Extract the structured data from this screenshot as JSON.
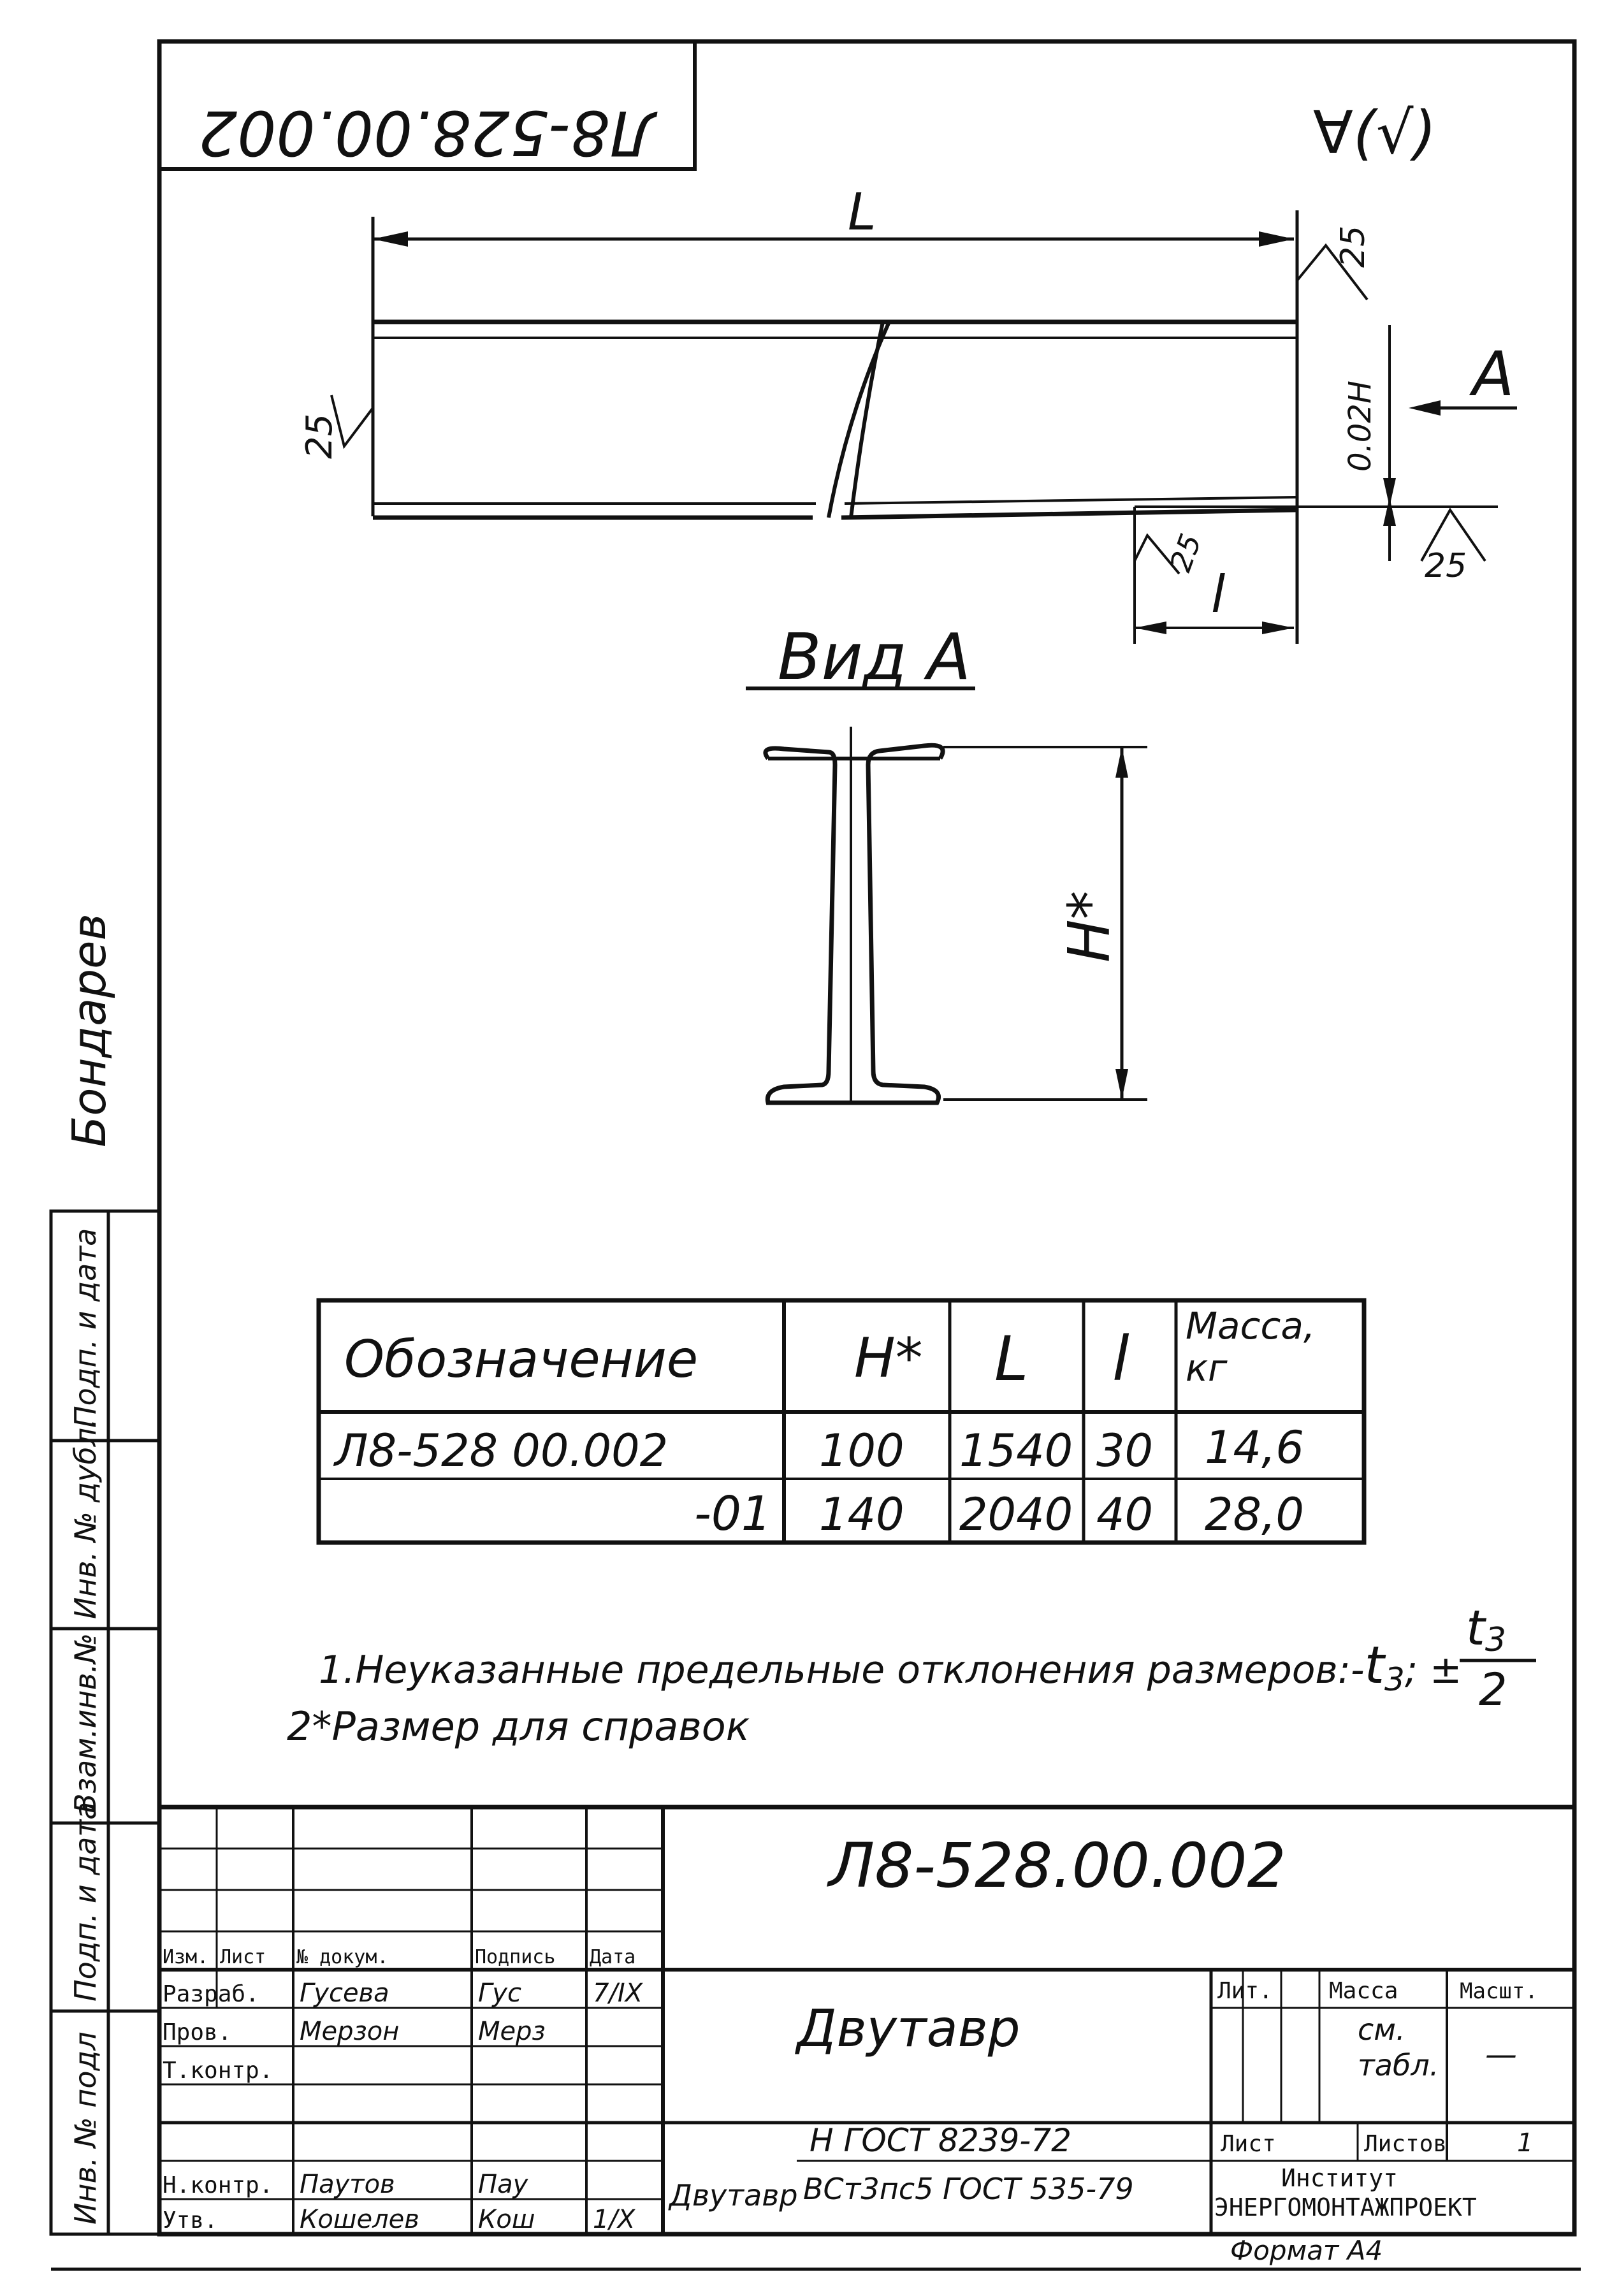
{
  "drawing": {
    "number": "Л8-528.00.002",
    "number_rotated": "Л8-528.00.002",
    "roughness_mark": "∀(√)",
    "view_title": "Вид A",
    "view_arrow": "A",
    "dims": {
      "length": "L",
      "end_length": "l",
      "roughness_value": "25",
      "height_label": "H*",
      "tolerance_note": "0.02H"
    }
  },
  "spec_table": {
    "headers": [
      "Обозначение",
      "H*",
      "L",
      "l",
      "Масса, кг"
    ],
    "rows": [
      [
        "Л8-528 00.002",
        "100",
        "1540",
        "30",
        "14,6"
      ],
      [
        "-01",
        "140",
        "2040",
        "40",
        "28,0"
      ]
    ]
  },
  "notes": {
    "n1_prefix": "1.Неуказанные предельные отклонения размеров:-",
    "n1_t": "t",
    "n1_sub": "3",
    "n1_mid": "; ±",
    "n1_frac_num": "t",
    "n1_frac_num_sub": "3",
    "n1_frac_den": "2",
    "n2": "2*Размер  для  справок"
  },
  "side_labels": {
    "signature": "Бондарев",
    "col1": "Подп. и дата",
    "col2": "Инв. № дубл.",
    "col3": "Взам.инв.№",
    "col4": "Подп. и дата",
    "col5": "Инв. № подл"
  },
  "title_block": {
    "doc_number": "Л8-528.00.002",
    "name": "Двутавр",
    "lit": "Лит.",
    "mass": "Масса",
    "scale": "Масшт.",
    "mass_value": "см. табл.",
    "scale_value": "—",
    "sheet": "Лист",
    "sheets": "Листов",
    "sheets_value": "1",
    "organization": "Институт ЭНЕРГОМОНТАЖПРОЕКТ",
    "format": "Формат А4",
    "material_prefix": "Двутавр",
    "material_top": "Н ГОСТ 8239-72",
    "material_bottom": "ВСт3пс5 ГОСТ 535-79",
    "stamp_headers": [
      "Изм.",
      "Лист",
      "№ докум.",
      "Подпись",
      "Дата"
    ],
    "roles": [
      {
        "role": "Разраб.",
        "name": "Гусева",
        "sign": "Гус",
        "date": "7/IX"
      },
      {
        "role": "Пров.",
        "name": "Мерзон",
        "sign": "Мерз",
        "date": ""
      },
      {
        "role": "Т.контр.",
        "name": "",
        "sign": "",
        "date": ""
      },
      {
        "role": "Н.контр.",
        "name": "Паутов",
        "sign": "Пау",
        "date": ""
      },
      {
        "role": "Утв.",
        "name": "Кошелев",
        "sign": "Кош",
        "date": "1/X"
      }
    ]
  }
}
